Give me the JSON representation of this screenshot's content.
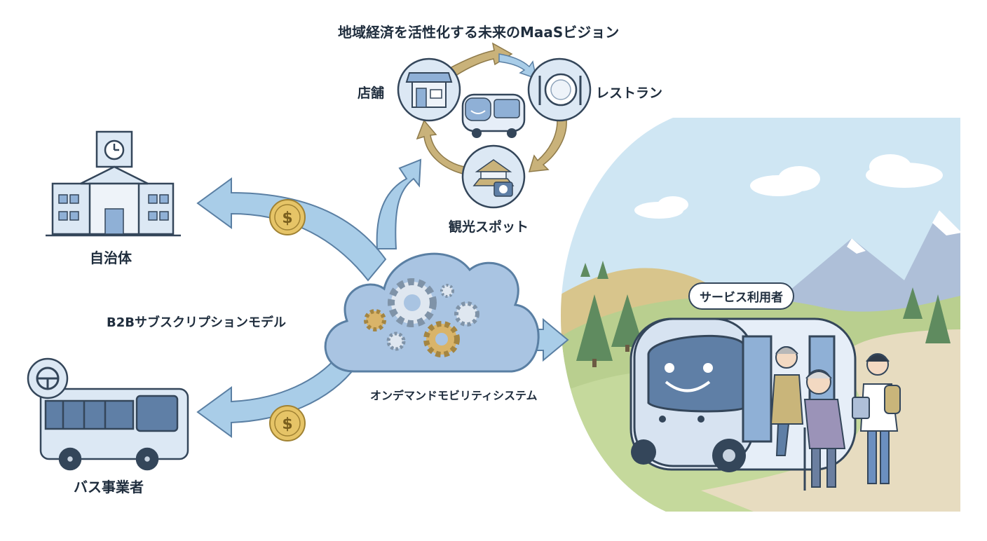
{
  "diagram": {
    "title": "地域経済を活性化する未来のMaaSビジョン",
    "nodes": {
      "store": "店舗",
      "restaurant": "レストラン",
      "tourist_spot": "観光スポット",
      "municipality": "自治体",
      "bus_operator": "バス事業者",
      "service_users": "サービス利用者",
      "system": "オンデマンドモビリティシステム"
    },
    "business_model": "B2Bサブスクリプションモデル",
    "icons": [
      "shop-icon",
      "restaurant-plate-icon",
      "castle-camera-icon",
      "city-hall-icon",
      "bus-icon",
      "steering-wheel-icon",
      "dollar-coin-icon",
      "gear-icon",
      "autonomous-shuttle-icon"
    ],
    "colors": {
      "arrow_blue": "#a9cde8",
      "arrow_gold": "#c9b27a",
      "cloud": "#a9c4e2",
      "coin": "#e6c467",
      "sky": "#cfe6f3",
      "hill": "#b9cf8f"
    }
  }
}
